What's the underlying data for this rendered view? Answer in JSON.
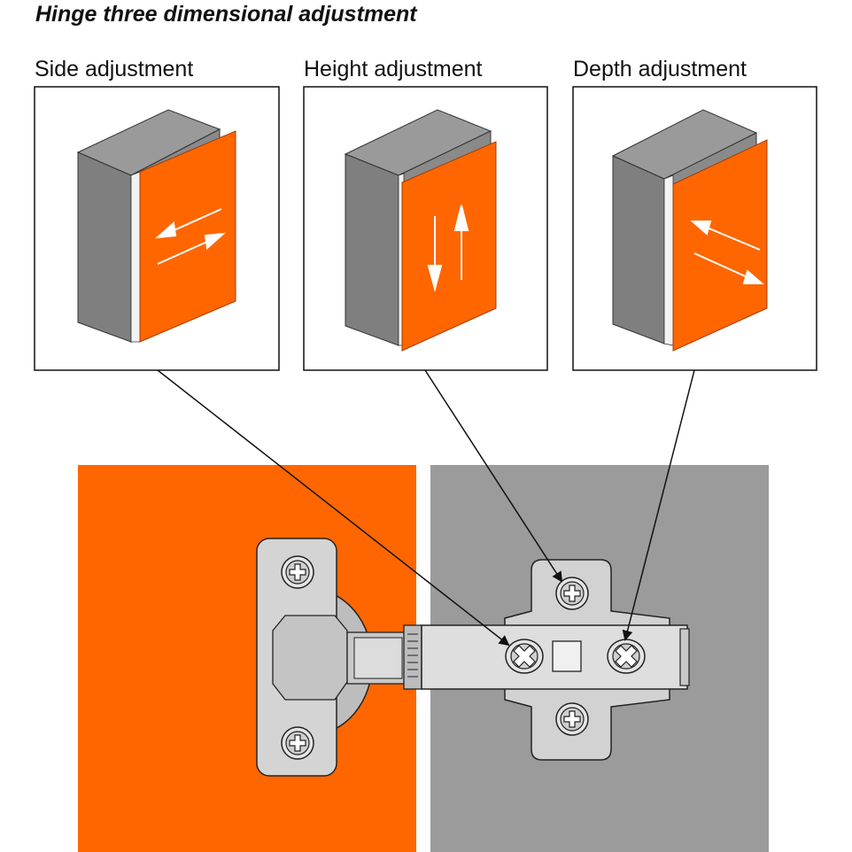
{
  "title": "Hinge three dimensional adjustment",
  "panels": [
    {
      "label": "Side adjustment"
    },
    {
      "label": "Height adjustment"
    },
    {
      "label": "Depth adjustment"
    }
  ],
  "colors": {
    "door": "#ff6600",
    "cabinet_side": "#808080",
    "cabinet_top": "#9a9a9a",
    "wall": "#9b9b9b",
    "metal": "#d0d0d0",
    "outline": "#222222"
  },
  "icons": [
    "double-horizontal-arrow-icon",
    "double-vertical-arrow-icon",
    "double-diagonal-arrow-icon",
    "cross-screw-icon"
  ]
}
